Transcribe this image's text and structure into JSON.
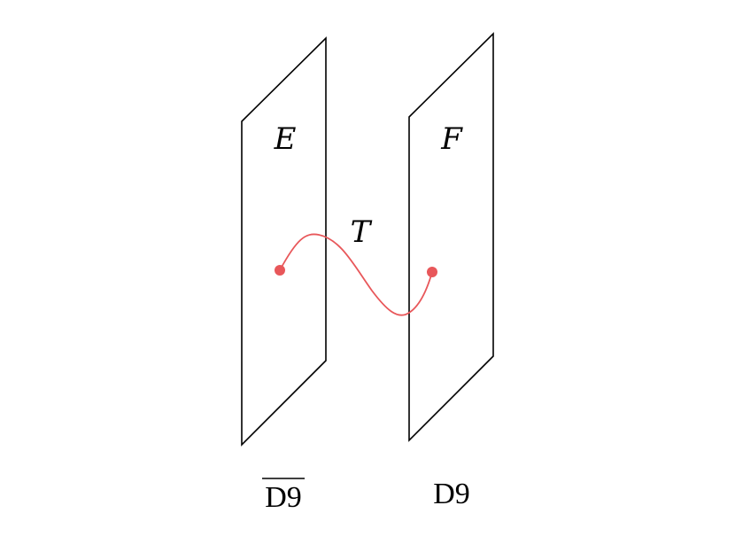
{
  "diagram": {
    "left_brane": {
      "bundle_label": "E",
      "name": "D9",
      "name_overlined": true
    },
    "right_brane": {
      "bundle_label": "F",
      "name": "D9",
      "name_overlined": false
    },
    "open_string": {
      "label": "T",
      "color": "#e8575a"
    }
  }
}
